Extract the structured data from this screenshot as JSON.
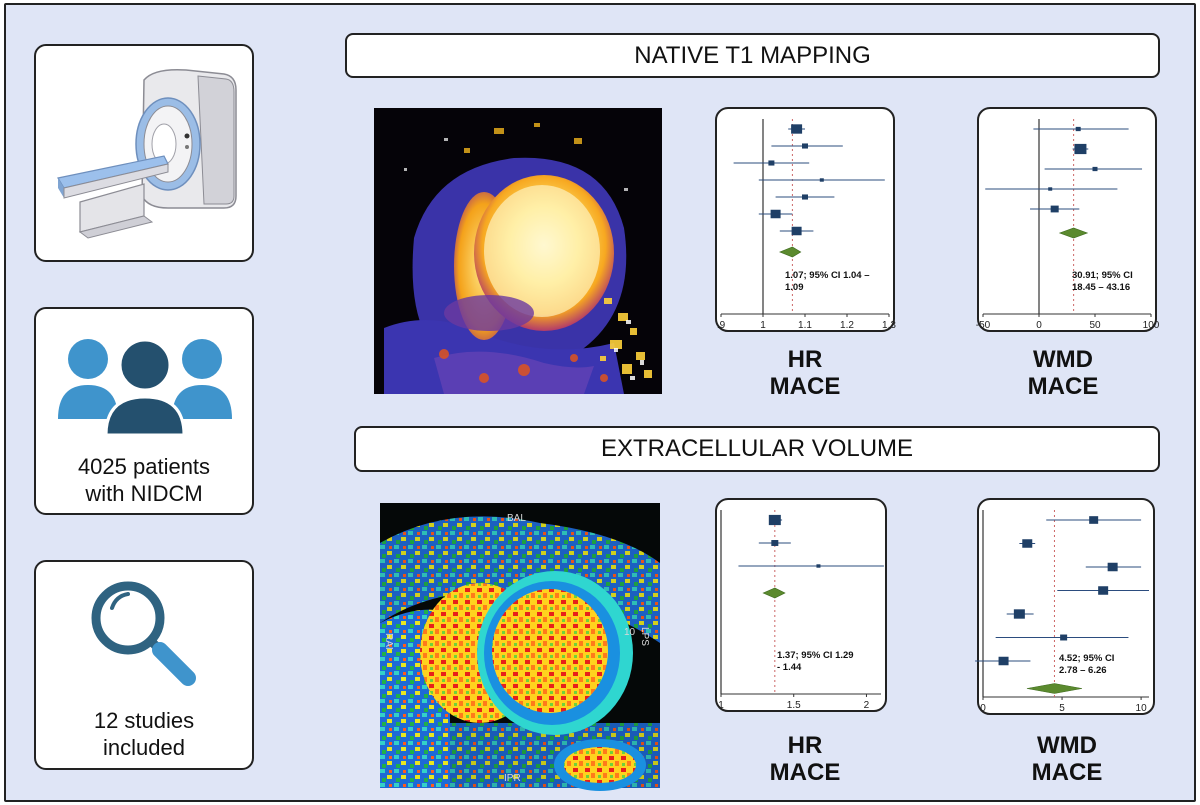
{
  "left_panel": {
    "patients_line1": "4025 patients",
    "patients_line2": "with NIDCM",
    "studies_line1": "12 studies",
    "studies_line2": "included"
  },
  "sections": [
    {
      "title": "NATIVE T1 MAPPING"
    },
    {
      "title": "EXTRACELLULAR VOLUME"
    }
  ],
  "captions": {
    "t1_hr": [
      "HR",
      "MACE"
    ],
    "t1_wmd": [
      "WMD",
      "MACE"
    ],
    "ecv_hr": [
      "HR",
      "MACE"
    ],
    "ecv_wmd": [
      "WMD",
      "MACE"
    ]
  },
  "mri_labels": {
    "top": "BAL",
    "left": "RAI",
    "right": "LPS",
    "bottom": "IPR",
    "right_num": "10"
  },
  "colors": {
    "square": "#1f3f66",
    "diamond": "#5b8a2e",
    "line": "#2b4c7e",
    "background": "#dfe5f6"
  },
  "chart_data": [
    {
      "type": "forest",
      "id": "t1_hr",
      "ci_line1": "1.07; 95% CI 1.04 –",
      "ci_line2": "1.09",
      "xlim": [
        0.9,
        1.3
      ],
      "null_line": 1,
      "ticks": [
        1,
        1.1,
        1.2,
        1.3
      ],
      "tick_labels": [
        ".9",
        "1",
        "1.1",
        "1.2",
        "1.3"
      ],
      "studies": [
        {
          "est": 1.08,
          "lo": 1.06,
          "hi": 1.1,
          "w": 11
        },
        {
          "est": 1.1,
          "lo": 1.02,
          "hi": 1.19,
          "w": 6
        },
        {
          "est": 1.02,
          "lo": 0.93,
          "hi": 1.11,
          "w": 6
        },
        {
          "est": 1.14,
          "lo": 0.99,
          "hi": 1.29,
          "w": 4
        },
        {
          "est": 1.1,
          "lo": 1.03,
          "hi": 1.17,
          "w": 6
        },
        {
          "est": 1.03,
          "lo": 0.99,
          "hi": 1.07,
          "w": 10
        },
        {
          "est": 1.08,
          "lo": 1.04,
          "hi": 1.12,
          "w": 10
        }
      ],
      "pooled": {
        "est": 1.07,
        "lo": 1.04,
        "hi": 1.09
      }
    },
    {
      "type": "forest",
      "id": "t1_wmd",
      "ci_line1": "30.91; 95% CI",
      "ci_line2": "18.45 – 43.16",
      "xlim": [
        -50,
        100
      ],
      "null_line": 0,
      "ticks": [
        -50,
        0,
        50,
        100
      ],
      "tick_labels": [
        "-50",
        "0",
        "50",
        "100"
      ],
      "studies": [
        {
          "est": 35,
          "lo": -5,
          "hi": 80,
          "w": 5
        },
        {
          "est": 37,
          "lo": 30,
          "hi": 44,
          "w": 12
        },
        {
          "est": 50,
          "lo": 5,
          "hi": 92,
          "w": 5
        },
        {
          "est": 10,
          "lo": -48,
          "hi": 70,
          "w": 4
        },
        {
          "est": 14,
          "lo": -8,
          "hi": 36,
          "w": 8
        }
      ],
      "pooled": {
        "est": 30.91,
        "lo": 18.45,
        "hi": 43.16
      }
    },
    {
      "type": "forest",
      "id": "ecv_hr",
      "ci_line1": "1.37; 95% CI 1.29",
      "ci_line2": "- 1.44",
      "xlim": [
        1,
        2.1
      ],
      "null_line": 1,
      "ticks": [
        1,
        1.5,
        2
      ],
      "tick_labels": [
        "1",
        "1.5",
        "2"
      ],
      "studies": [
        {
          "est": 1.37,
          "lo": 1.33,
          "hi": 1.42,
          "w": 12
        },
        {
          "est": 1.37,
          "lo": 1.26,
          "hi": 1.48,
          "w": 7
        },
        {
          "est": 1.67,
          "lo": 1.12,
          "hi": 2.12,
          "w": 4
        }
      ],
      "pooled": {
        "est": 1.37,
        "lo": 1.29,
        "hi": 1.44
      }
    },
    {
      "type": "forest",
      "id": "ecv_wmd",
      "ci_line1": "4.52; 95% CI",
      "ci_line2": "2.78 – 6.26",
      "xlim": [
        0,
        10.5
      ],
      "null_line": 0,
      "ticks": [
        0,
        5,
        10
      ],
      "tick_labels": [
        "0",
        "5",
        "10"
      ],
      "studies": [
        {
          "est": 7,
          "lo": 4,
          "hi": 10,
          "w": 9
        },
        {
          "est": 2.8,
          "lo": 2.3,
          "hi": 3.3,
          "w": 10
        },
        {
          "est": 8.2,
          "lo": 6.5,
          "hi": 10,
          "w": 10
        },
        {
          "est": 7.6,
          "lo": 4.7,
          "hi": 10.5,
          "w": 10
        },
        {
          "est": 2.3,
          "lo": 1.5,
          "hi": 3.2,
          "w": 11
        },
        {
          "est": 5.1,
          "lo": 0.8,
          "hi": 9.2,
          "w": 7
        },
        {
          "est": 1.3,
          "lo": -0.5,
          "hi": 3,
          "w": 10
        }
      ],
      "pooled": {
        "est": 4.52,
        "lo": 2.78,
        "hi": 6.26
      }
    }
  ]
}
